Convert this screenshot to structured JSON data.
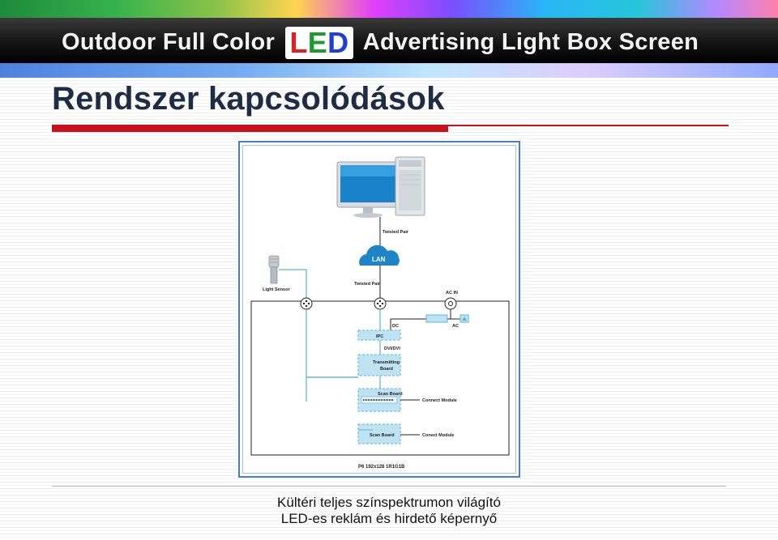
{
  "header": {
    "title_part1": "Outdoor Full Color",
    "logo": {
      "l": "L",
      "e": "E",
      "d": "D"
    },
    "title_part2": "Advertising Light Box Screen"
  },
  "slide": {
    "title": "Rendszer kapcsolódások"
  },
  "diagram": {
    "labels": {
      "twisted_pair_top": "Twisted Pair",
      "lan": "LAN",
      "light_sensor": "Light Sensor",
      "twisted_pair_mid": "Twisted Pair",
      "ac_in": "AC IN",
      "dc": "DC",
      "ac": "AC",
      "ipc": "IPC",
      "dvi": "DVI/DVI",
      "transmitting_board_1": "Transmitting",
      "transmitting_board_2": "Board",
      "scan_board_1": "Scan Board",
      "connect_module_1": "Connect Module",
      "scan_board_2": "Scan Board",
      "connect_module_2": "Conect Module",
      "model": "P6 192x128 1R1G1B"
    }
  },
  "footer": {
    "line1": "Kültéri teljes színspektrumon világító",
    "line2": "LED-es reklám és hirdető képernyő"
  },
  "colors": {
    "title": "#1f2d44",
    "accent_red": "#c8111b",
    "frame_blue": "#4a7bd0",
    "cable_cyan": "#5ab4d6"
  }
}
